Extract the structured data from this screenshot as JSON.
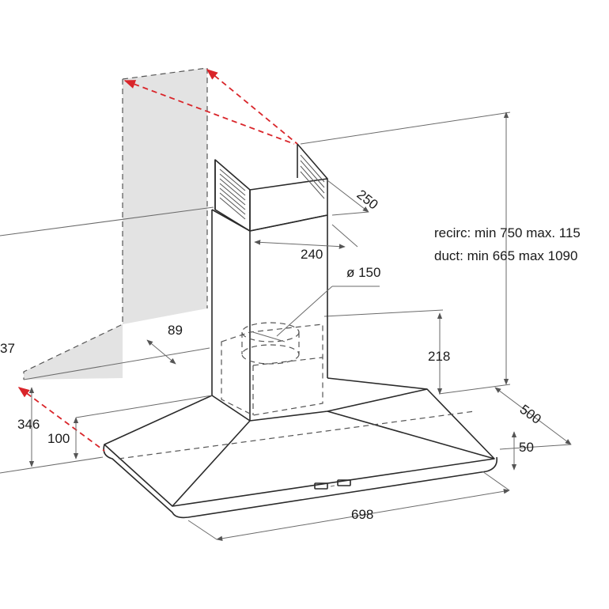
{
  "diagram": {
    "dimensions": {
      "d250": "250",
      "d240": "240",
      "d150": "ø 150",
      "d89": "89",
      "d218": "218",
      "d346": "346",
      "d100": "100",
      "d500": "500",
      "d50": "50",
      "d698": "698",
      "d_partial": "37"
    },
    "notes": {
      "recirc": "recirc: min 750 max. 115",
      "duct": "duct: min 665 max 1090"
    },
    "colors": {
      "wall_fill": "#e3e3e3",
      "accent_red": "#d9252a",
      "line": "#2a2a2a"
    }
  }
}
